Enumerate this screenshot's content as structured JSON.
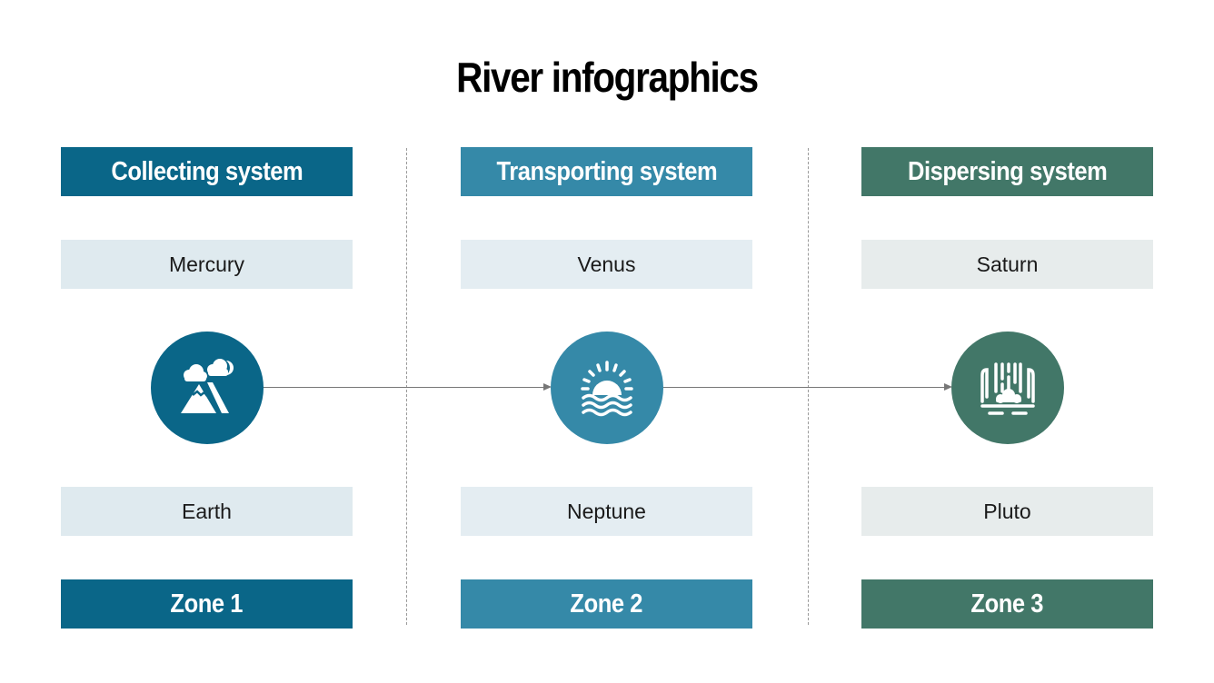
{
  "title": "River infographics",
  "columns": [
    {
      "header": "Collecting system",
      "top_label": "Mercury",
      "icon": "mountain-clouds-icon",
      "bottom_label": "Earth",
      "zone": "Zone 1",
      "color": "#0a6688",
      "light": "#dfeaef"
    },
    {
      "header": "Transporting system",
      "top_label": "Venus",
      "icon": "sunset-waves-icon",
      "bottom_label": "Neptune",
      "zone": "Zone 2",
      "color": "#3589a8",
      "light": "#e4edf2"
    },
    {
      "header": "Dispersing system",
      "top_label": "Saturn",
      "icon": "waterfall-icon",
      "bottom_label": "Pluto",
      "zone": "Zone 3",
      "color": "#427768",
      "light": "#e7ecec"
    }
  ]
}
